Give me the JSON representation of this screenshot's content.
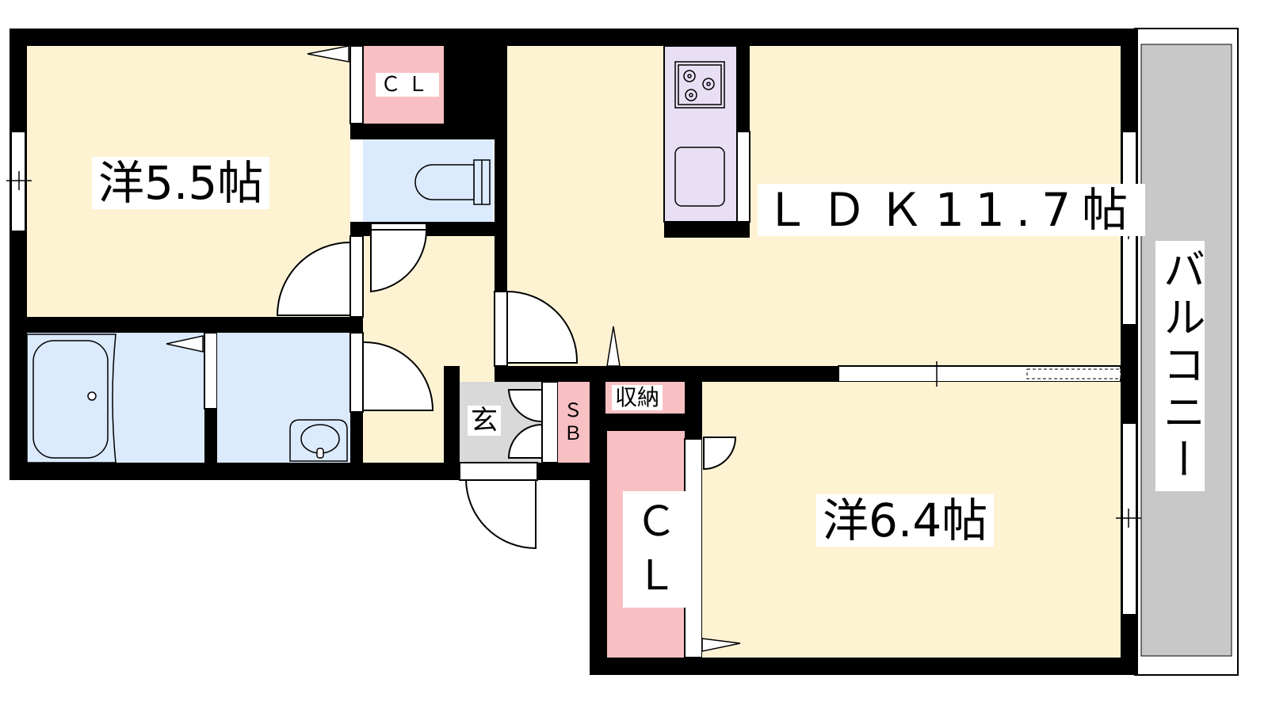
{
  "rooms": {
    "western_1": "洋5.5帖",
    "ldk": "ＬＤＫ11.7帖",
    "balcony": "バルコニー",
    "closet_top": "ＣＬ",
    "western_2": "洋6.4帖",
    "closet_bottom_line1": "Ｃ",
    "closet_bottom_line2": "Ｌ",
    "entrance": "玄",
    "shoe_box_line1": "Ｓ",
    "shoe_box_line2": "Ｂ",
    "storage": "収納"
  },
  "colors": {
    "living": "#fdf3d3",
    "wet_area": "#dbeafd",
    "closet": "#f9c0c3",
    "kitchen": "#e8dff4",
    "entrance_floor": "#d9d9d9",
    "balcony": "#c8c8c8",
    "wall": "#000000"
  },
  "icons": [
    "bathtub-icon",
    "toilet-icon",
    "washbasin-icon",
    "stove-icon",
    "sink-icon"
  ]
}
